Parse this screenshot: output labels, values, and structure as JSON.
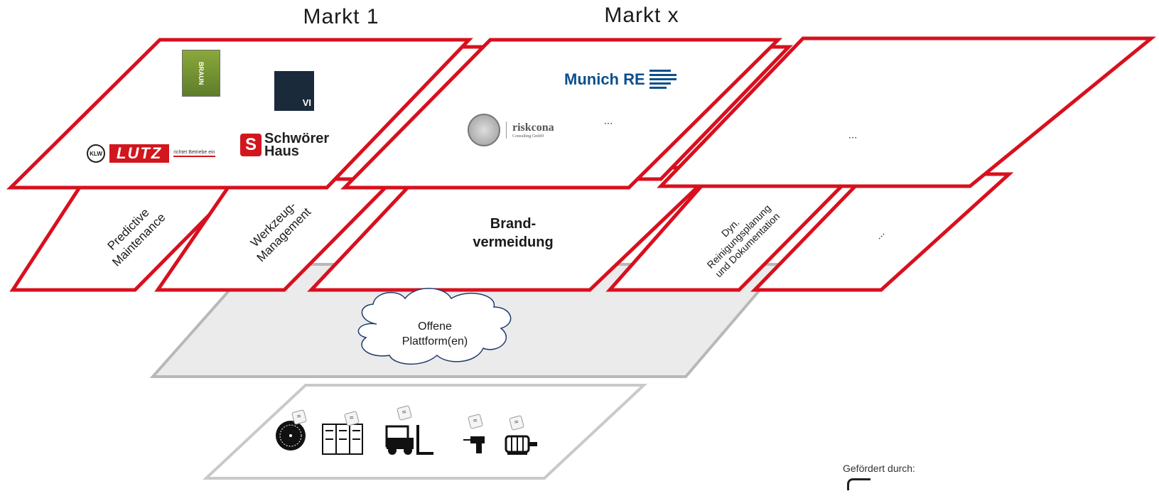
{
  "markets": {
    "market1_label": "Markt 1",
    "marketx_label": "Markt x"
  },
  "logos": {
    "braun": "BRAUN",
    "vi": "VI",
    "lutz_badge": "KLW",
    "lutz_word": "LUTZ",
    "lutz_tagline": "richtet Betriebe ein",
    "schwoerer": "Schwörer Haus",
    "munich_re": "Munich RE",
    "riskcona": "riskcona",
    "riskcona_sub": "Consulting GmbH"
  },
  "top_layer": {
    "market_x_ellipsis": "...",
    "third_market_ellipsis": "..."
  },
  "services": [
    {
      "label_line1": "Predictive",
      "label_line2": "Maintenance"
    },
    {
      "label_line1": "Werkzeug-",
      "label_line2": "Management"
    },
    {
      "label_line1": "Brand-",
      "label_line2": "vermeidung"
    },
    {
      "label_line1": "Dyn.",
      "label_line2": "Reinigungsplanung",
      "label_line3": "und Dokumentation"
    },
    {
      "label_line1": "..."
    }
  ],
  "platform": {
    "line1": "Offene",
    "line2": "Plattform(en)"
  },
  "devices": [
    {
      "icon": "saw-blade-icon"
    },
    {
      "icon": "locker-icon"
    },
    {
      "icon": "forklift-icon"
    },
    {
      "icon": "drill-icon"
    },
    {
      "icon": "motor-icon"
    }
  ],
  "funding": {
    "label": "Gefördert durch:"
  },
  "colors": {
    "accent_red": "#d8101e",
    "platform_gray": "#ebebeb",
    "platform_border": "#b8b8b8"
  }
}
